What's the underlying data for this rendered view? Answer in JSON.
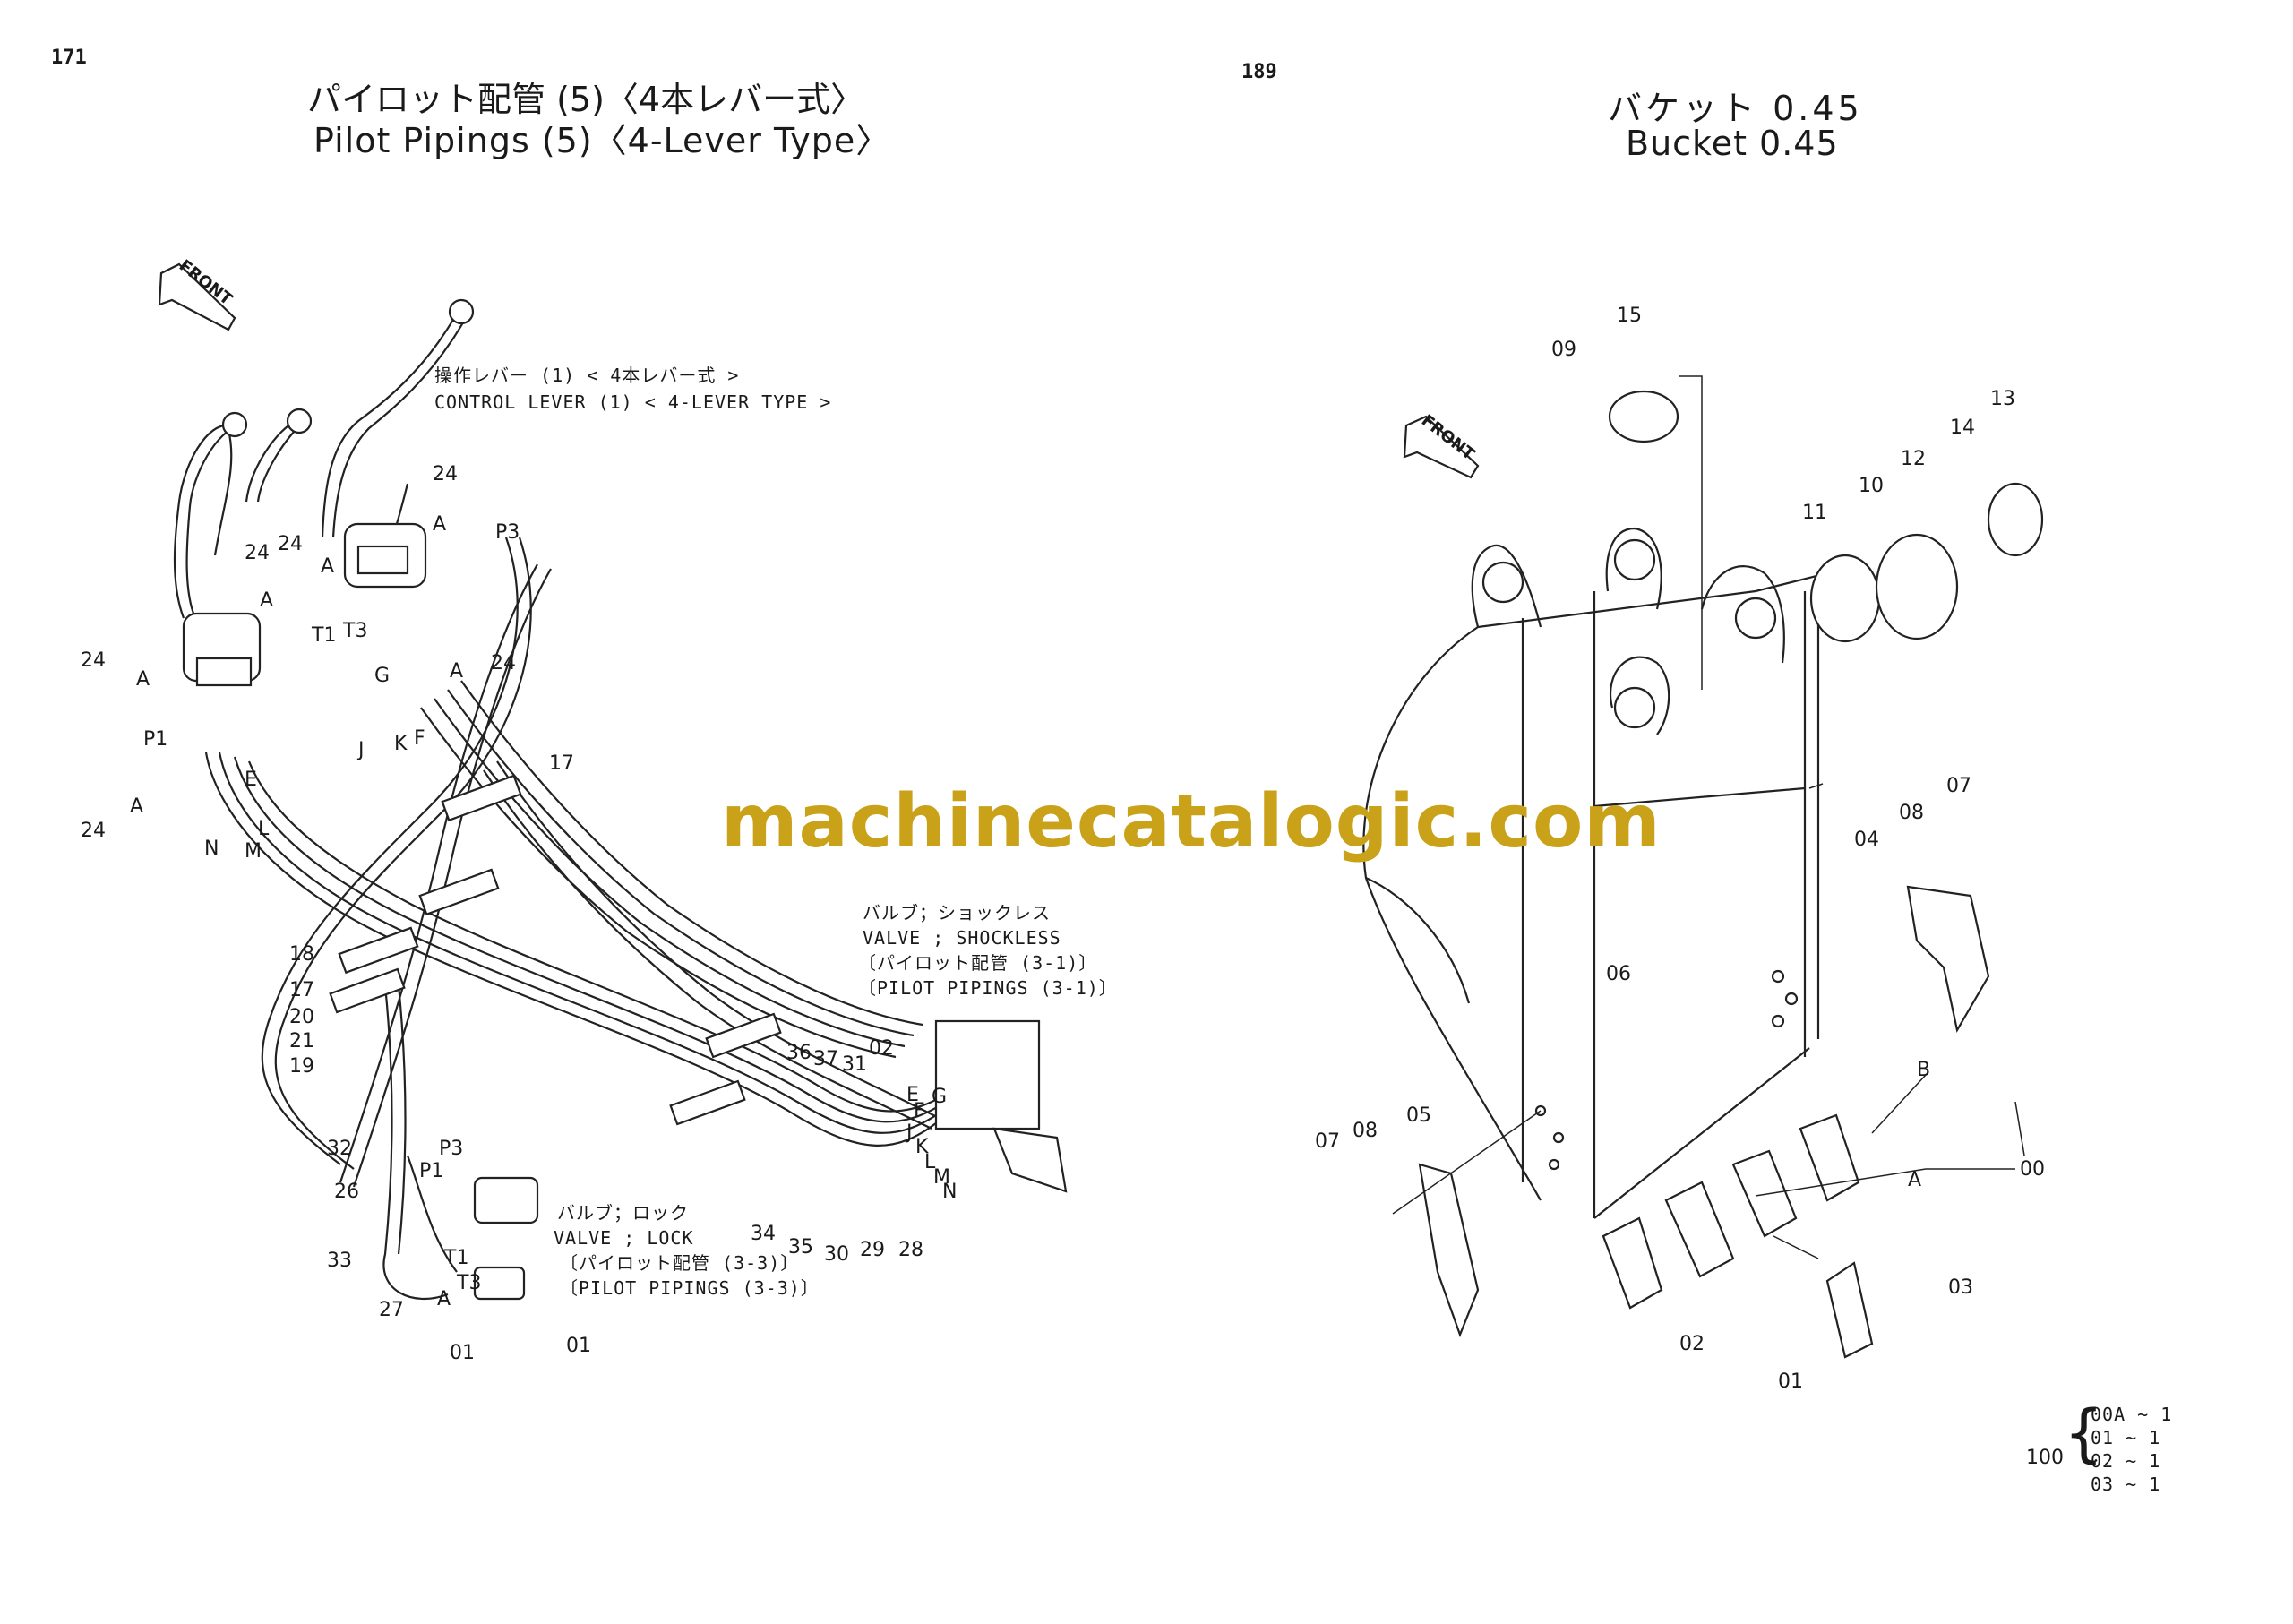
{
  "left_page": {
    "page_number": "171",
    "title_jp": "パイロット配管 (5)〈4本レバー式〉",
    "title_en": "Pilot Pipings (5)〈4-Lever Type〉",
    "front_label": "FRONT",
    "notes": {
      "control_lever_jp": "操作レバー (1) < 4本レバー式 >",
      "control_lever_en": "CONTROL LEVER (1) < 4-LEVER TYPE >",
      "valve_shockless_jp": "バルブ；ショックレス",
      "valve_shockless_en": "VALVE ; SHOCKLESS",
      "pilot_31_jp": "〔パイロット配管 (3-1)〕",
      "pilot_31_en": "〔PILOT PIPINGS (3-1)〕",
      "valve_lock_jp": "バルブ；ロック",
      "valve_lock_en": "VALVE ; LOCK",
      "pilot_33_jp": "〔パイロット配管 (3-3)〕",
      "pilot_33_en": "〔PILOT PIPINGS (3-3)〕"
    },
    "callouts": [
      "24",
      "24",
      "24",
      "24",
      "24",
      "24",
      "A",
      "A",
      "A",
      "A",
      "A",
      "A",
      "A",
      "P1",
      "P1",
      "P3",
      "P3",
      "T1",
      "T1",
      "T3",
      "T3",
      "E",
      "F",
      "G",
      "J",
      "K",
      "L",
      "M",
      "N",
      "17",
      "17",
      "18",
      "20",
      "21",
      "19",
      "32",
      "26",
      "33",
      "27",
      "01",
      "01",
      "36",
      "37",
      "31",
      "02",
      "E",
      "F",
      "G",
      "J",
      "K",
      "L",
      "M",
      "N",
      "34",
      "35",
      "30",
      "29",
      "28"
    ]
  },
  "right_page": {
    "page_number": "189",
    "title_jp": "バケット 0.45",
    "title_en": "Bucket 0.45",
    "front_label": "FRONT",
    "callouts": [
      "15",
      "09",
      "13",
      "14",
      "12",
      "10",
      "11",
      "07",
      "08",
      "04",
      "06",
      "B",
      "00",
      "07",
      "08",
      "05",
      "A",
      "03",
      "02",
      "01"
    ],
    "assembly_qty": {
      "prefix": "100",
      "rows": [
        "00A ~ 1",
        "01  ~ 1",
        "02  ~ 1",
        "03  ~ 1"
      ]
    }
  },
  "watermark": "machinecatalogic.com"
}
